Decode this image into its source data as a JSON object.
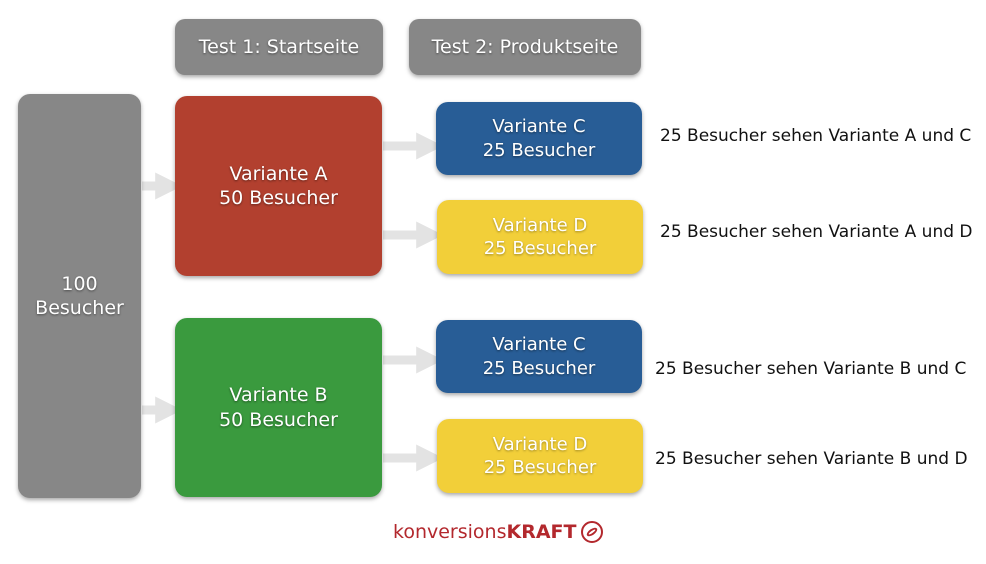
{
  "headers": {
    "test1": "Test 1: Startseite",
    "test2": "Test 2: Produktseite"
  },
  "source": {
    "line1": "100",
    "line2": "Besucher"
  },
  "group_a": {
    "name": "Variante A",
    "count": "50 Besucher",
    "variants": [
      {
        "name": "Variante C",
        "count": "25 Besucher",
        "outcome": "25 Besucher sehen Variante A und C"
      },
      {
        "name": "Variante D",
        "count": "25 Besucher",
        "outcome": "25 Besucher sehen Variante A und D"
      }
    ]
  },
  "group_b": {
    "name": "Variante B",
    "count": "50 Besucher",
    "variants": [
      {
        "name": "Variante C",
        "count": "25 Besucher",
        "outcome": "25 Besucher sehen Variante B und C"
      },
      {
        "name": "Variante D",
        "count": "25 Besucher",
        "outcome": "25 Besucher sehen Variante B und D"
      }
    ]
  },
  "logo": {
    "light": "konversions",
    "bold": "KRAFT"
  },
  "colors": {
    "gray": "#878787",
    "red": "#b2402f",
    "green": "#3a9a3e",
    "blue": "#285d96",
    "yellow": "#f2cf39",
    "arrow": "#e3e3e3",
    "brand": "#b3282d"
  }
}
